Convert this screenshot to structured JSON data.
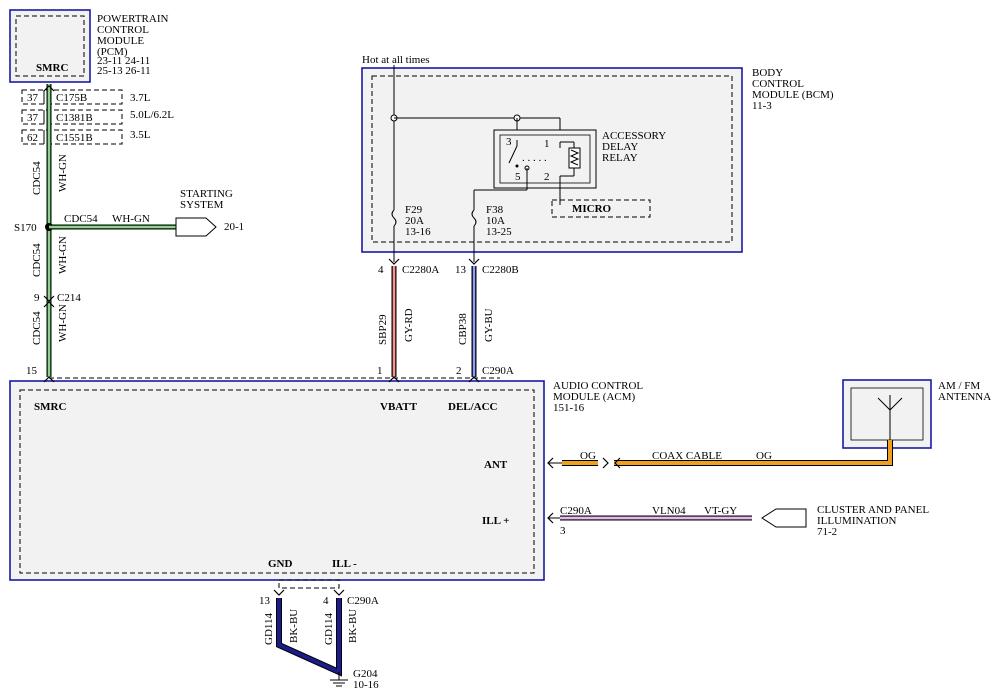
{
  "pcm": {
    "title_lines": [
      "POWERTRAIN",
      "CONTROL",
      "MODULE",
      "(PCM)"
    ],
    "refs": [
      "23-11  24-11",
      "25-13  26-11"
    ],
    "pin": "SMRC"
  },
  "pcm_connectors": [
    {
      "pin": "37",
      "conn": "C175B",
      "engine": "3.7L"
    },
    {
      "pin": "37",
      "conn": "C1381B",
      "engine": "5.0L/6.2L"
    },
    {
      "pin": "62",
      "conn": "C1551B",
      "engine": "3.5L"
    }
  ],
  "wire_cdc54": {
    "circuit": "CDC54",
    "color": "WH-GN"
  },
  "splice": {
    "name": "S170"
  },
  "starting": {
    "title_lines": [
      "STARTING",
      "SYSTEM"
    ],
    "ref": "20-1"
  },
  "c214": {
    "pin": "9",
    "conn": "C214"
  },
  "acm": {
    "title_lines": [
      "AUDIO CONTROL",
      "MODULE (ACM)"
    ],
    "ref": "151-16",
    "pin_smrc_num": "15",
    "pin_smrc": "SMRC",
    "pin_vbatt_num": "1",
    "pin_vbatt": "VBATT",
    "pin_del_num": "2",
    "pin_del": "DEL/ACC",
    "pin_del_conn": "C290A",
    "pin_ant": "ANT",
    "pin_ill": "ILL +",
    "pin_gnd": "GND",
    "pin_ill_minus": "ILL -"
  },
  "bcm": {
    "title_lines": [
      "BODY",
      "CONTROL",
      "MODULE (BCM)"
    ],
    "ref": "11-3",
    "hot": "Hot at all times",
    "relay_lines": [
      "ACCESSORY",
      "DELAY",
      "RELAY"
    ],
    "relay_pins": [
      "3",
      "1",
      "5",
      "2"
    ],
    "micro": "MICRO",
    "f29": [
      "F29",
      "20A",
      "13-16"
    ],
    "f38": [
      "F38",
      "10A",
      "13-25"
    ]
  },
  "c2280a": {
    "pin": "4",
    "conn": "C2280A",
    "circuit": "SBP29",
    "color": "GY-RD"
  },
  "c2280b": {
    "pin": "13",
    "conn": "C2280B",
    "circuit": "CBP38",
    "color": "GY-BU"
  },
  "antenna": {
    "title_lines": [
      "AM / FM",
      "ANTENNA"
    ],
    "cable": "COAX CABLE",
    "color_left": "OG",
    "color_right": "OG"
  },
  "cluster": {
    "title_lines": [
      "CLUSTER AND PANEL",
      "ILLUMINATION"
    ],
    "ref": "71-2",
    "conn": "C290A",
    "pin": "3",
    "circuit": "VLN04",
    "color": "VT-GY"
  },
  "ground": {
    "conn": "C290A",
    "pin_a": "13",
    "pin_b": "4",
    "circuit": "GD114",
    "color": "BK-BU",
    "gnd_name": "G204",
    "gnd_ref": "10-16"
  },
  "colors": {
    "module_border": "#1a1aa6",
    "wh_gn": "#2e9e2e",
    "gy_rd": "#c0392b",
    "gy_bu": "#2c3eb8",
    "orange": "#f0a020",
    "violet": "#c27bd1",
    "bk_bu": "#1b1b8a"
  }
}
